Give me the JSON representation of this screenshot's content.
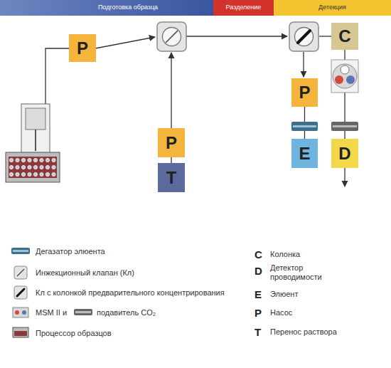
{
  "diagram": {
    "nodes": [
      {
        "text": [
          "P"
        ]
      },
      {
        "text": [
          "P"
        ]
      },
      {
        "text": [
          "T"
        ]
      },
      {
        "text": [
          "C"
        ]
      },
      {
        "text": [
          "P"
        ]
      },
      {
        "text": [
          "E"
        ]
      },
      {
        "text": [
          "D"
        ]
      }
    ],
    "edges": [
      {
        "from": 1,
        "to": 2,
        "arrow": "none"
      },
      {
        "from": 4,
        "to": 5,
        "arrow": "none"
      },
      {
        "from": 3,
        "to": 6,
        "arrow": "none"
      }
    ],
    "labels": [
      "Подготовка образца",
      "Разделение",
      "Детекция",
      "C",
      "D",
      "E",
      "P",
      "T"
    ],
    "legend": [
      {
        "text": "Дегазатор элюента"
      },
      {
        "text": "Инжекционный клапан (Кл)"
      },
      {
        "text": "Кл с колонкой предварительного концентрирования"
      },
      {
        "text": "MSM II и"
      },
      {
        "text": "подавитель CO₂"
      },
      {
        "text": "Процессор образцов"
      },
      {
        "text": "Колонка"
      },
      {
        "text": "Детектор проводимости"
      },
      {
        "text": "Элюент"
      },
      {
        "text": "Насос"
      },
      {
        "text": "Перенос раствора"
      }
    ]
  }
}
